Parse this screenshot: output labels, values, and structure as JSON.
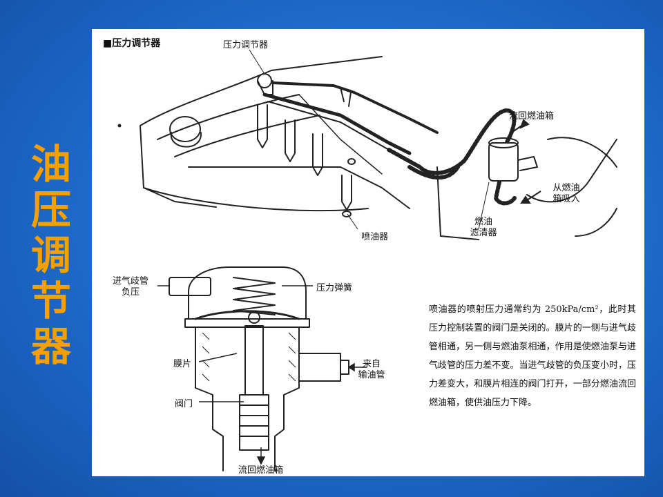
{
  "slide": {
    "side_title_chars": [
      "油",
      "压",
      "调",
      "节",
      "器"
    ],
    "colors": {
      "background": "#1f6fd0",
      "title": "#f5a000",
      "panel": "#ffffff"
    }
  },
  "figure": {
    "section_header": "■压力调节器",
    "top_labels": {
      "pressure_regulator": "压力调节器",
      "return_to_tank": "流回燃油箱",
      "from_tank_line1": "从燃油",
      "from_tank_line2": "箱吸入",
      "filter_line1": "燃油",
      "filter_line2": "滤清器",
      "injector": "喷油器"
    },
    "bottom_labels": {
      "intake_line1": "进气歧管",
      "intake_line2": "负压",
      "spring": "压力弹簧",
      "diaphragm": "膜片",
      "valve": "阀门",
      "from_pipe_line1": "来自",
      "from_pipe_line2": "输油管",
      "return_to_tank": "流回燃油箱"
    },
    "description": "喷油器的喷射压力通常约为 250kPa/cm²，此时其压力控制装置的阀门是关闭的。膜片的一侧与进气歧管相通，另一侧与燃油泵相通，作用是使燃油泵与进气歧管的压力差不变。当进气歧管的负压变小时，压力差变大，和膜片相连的阀门打开，一部分燃油流回燃油箱，使供油压力下降。"
  }
}
